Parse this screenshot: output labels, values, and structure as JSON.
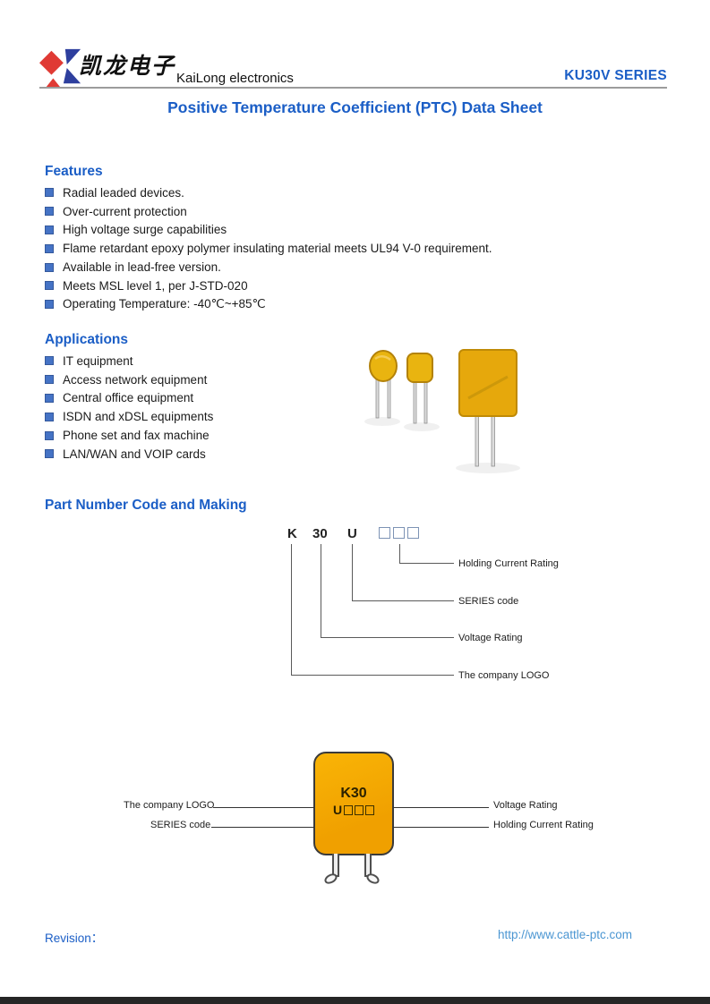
{
  "header": {
    "company_cn": "凯龙电子",
    "company_en": "KaiLong electronics",
    "series": "KU30V SERIES"
  },
  "title": "Positive Temperature Coefficient (PTC) Data Sheet",
  "features": {
    "heading": "Features",
    "items": [
      "Radial leaded devices.",
      "Over-current protection",
      "High voltage surge capabilities",
      "Flame retardant epoxy polymer insulating material meets UL94 V-0 requirement.",
      "Available in lead-free version.",
      "Meets MSL level 1, per J-STD-020",
      "Operating Temperature: -40℃~+85℃"
    ]
  },
  "applications": {
    "heading": "Applications",
    "items": [
      "IT equipment",
      "Access network equipment",
      "Central office equipment",
      "ISDN and xDSL equipments",
      "Phone set and fax machine",
      "LAN/WAN and VOIP cards"
    ]
  },
  "part_number": {
    "heading": "Part Number Code and Making",
    "code": {
      "logo_letter": "K",
      "voltage": "30",
      "series_letter": "U"
    },
    "labels": {
      "holding": "Holding Current Rating",
      "series": "SERIES code",
      "voltage": "Voltage Rating",
      "logo": "The company LOGO"
    }
  },
  "device": {
    "marking_line1": "K30",
    "marking_line2": "U",
    "left_labels": {
      "logo": "The company LOGO",
      "series": "SERIES code"
    },
    "right_labels": {
      "voltage": "Voltage Rating",
      "holding": "Holding Current Rating"
    }
  },
  "footer": {
    "revision": "Revision：",
    "url": "http://www.cattle-ptc.com"
  },
  "colors": {
    "heading_blue": "#1b5ec6",
    "bullet_blue": "#4573c5",
    "logo_red": "#e03a34",
    "logo_blue": "#2e3f9e",
    "component_yellow": "#e9b410",
    "device_orange": "#f0a000",
    "link_blue": "#4b96d2"
  }
}
